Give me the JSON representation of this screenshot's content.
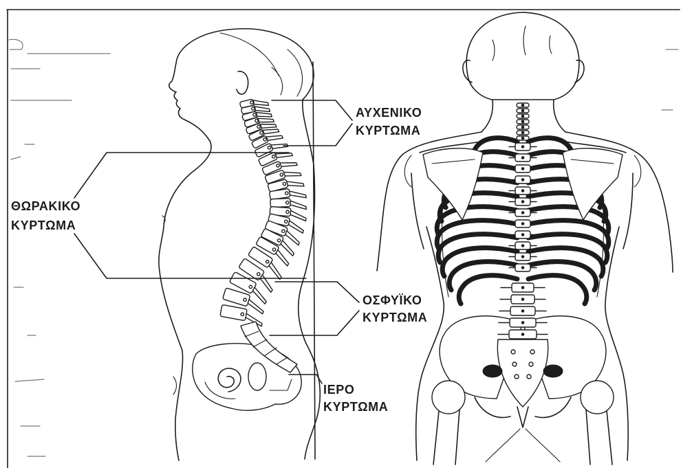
{
  "labels": {
    "cervical": {
      "line1": "ΑΥΧΕΝΙΚΟ",
      "line2": "ΚΥΡΤΩΜΑ"
    },
    "thoracic": {
      "line1": "ΘΩΡΑΚΙΚΟ",
      "line2": "ΚΥΡΤΩΜΑ"
    },
    "lumbar": {
      "line1": "ΟΣΦΥΪΚΟ",
      "line2": "ΚΥΡΤΩΜΑ"
    },
    "sacral": {
      "line1": "ΙΕΡΟ",
      "line2": "ΚΥΡΤΩΜΑ"
    }
  },
  "colors": {
    "ink": "#1c1c1c",
    "paper": "#ffffff"
  }
}
